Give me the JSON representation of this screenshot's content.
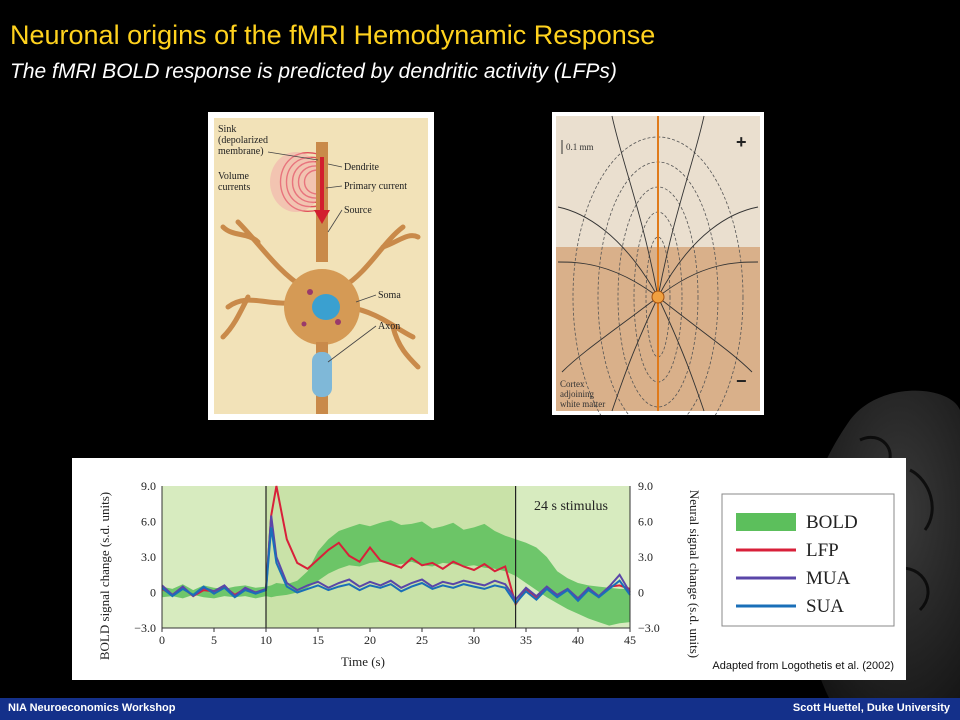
{
  "slide": {
    "title": "Neuronal origins of the fMRI Hemodynamic Response",
    "subtitle": "The fMRI BOLD response is predicted by dendritic activity (LFPs)",
    "credit": "Adapted from Logothetis et al. (2002)",
    "footer_left": "NIA Neuroeconomics Workshop",
    "footer_right": "Scott Huettel, Duke University"
  },
  "neuron_figure": {
    "labels": {
      "sink_1": "Sink",
      "sink_2": "(depolarized",
      "sink_3": "membrane)",
      "volume_1": "Volume",
      "volume_2": "currents",
      "dendrite": "Dendrite",
      "primary": "Primary current",
      "source": "Source",
      "soma": "Soma",
      "axon": "Axon"
    }
  },
  "field_figure": {
    "labels": {
      "scale": "0.1 mm",
      "plus": "+",
      "minus": "−",
      "cortex_1": "Cortex",
      "cortex_2": "adjoining",
      "cortex_3": "white matter"
    }
  },
  "chart_data": {
    "type": "line",
    "xlabel": "Time (s)",
    "ylabel_left": "BOLD signal change (s.d. units)",
    "ylabel_right": "Neural signal change (s.d. units)",
    "xlim": [
      0,
      45
    ],
    "ylim": [
      -3.0,
      9.0
    ],
    "x_ticks": [
      0,
      5,
      10,
      15,
      20,
      25,
      30,
      35,
      40,
      45
    ],
    "y_ticks": [
      9.0,
      6.0,
      3.0,
      0,
      -3.0
    ],
    "y_tick_labels": [
      "9.0",
      "6.0",
      "3.0",
      "0",
      "−3.0"
    ],
    "stimulus_label": "24 s stimulus",
    "stimulus_on": 10,
    "stimulus_off": 34,
    "x": [
      0,
      1,
      2,
      3,
      4,
      5,
      6,
      7,
      8,
      9,
      10,
      10.5,
      11,
      12,
      13,
      14,
      15,
      16,
      17,
      18,
      19,
      20,
      21,
      22,
      23,
      24,
      25,
      26,
      27,
      28,
      29,
      30,
      31,
      32,
      33,
      34,
      35,
      36,
      37,
      38,
      39,
      40,
      41,
      42,
      43,
      44,
      45
    ],
    "series": [
      {
        "name": "BOLD",
        "color": "#5cbf5c",
        "kind": "area",
        "upper": [
          0.5,
          0.3,
          0.7,
          0.2,
          0.6,
          0.4,
          0.3,
          0.5,
          0.6,
          0.4,
          0.5,
          0.6,
          0.8,
          0.7,
          1.0,
          1.8,
          3.5,
          4.5,
          5.2,
          5.5,
          5.8,
          5.6,
          5.9,
          6.1,
          5.7,
          5.8,
          6.0,
          5.4,
          5.6,
          5.9,
          5.3,
          5.5,
          5.8,
          5.2,
          4.8,
          4.5,
          4.2,
          3.8,
          3.0,
          1.8,
          1.2,
          0.8,
          0.6,
          0.5,
          0.4,
          0.3,
          0.3
        ],
        "lower": [
          -0.4,
          -0.3,
          -0.5,
          -0.2,
          -0.4,
          -0.5,
          -0.3,
          -0.4,
          -0.3,
          -0.5,
          -0.3,
          -0.4,
          -0.3,
          -0.2,
          0.0,
          0.4,
          1.0,
          1.6,
          2.0,
          2.3,
          2.2,
          2.5,
          2.6,
          2.3,
          2.4,
          2.6,
          2.3,
          2.2,
          2.5,
          2.4,
          2.2,
          2.3,
          2.1,
          2.0,
          1.8,
          1.4,
          0.8,
          0.2,
          -0.4,
          -0.9,
          -1.4,
          -1.8,
          -2.2,
          -2.5,
          -2.8,
          -2.6,
          -2.5
        ]
      },
      {
        "name": "LFP",
        "color": "#d8203a",
        "kind": "line",
        "values": [
          0.3,
          -0.2,
          0.4,
          -0.3,
          0.2,
          0.1,
          0.5,
          -0.2,
          0.3,
          0.0,
          0.2,
          6.5,
          9.0,
          4.5,
          2.5,
          2.0,
          2.8,
          3.6,
          4.2,
          3.1,
          2.6,
          3.8,
          2.7,
          2.4,
          2.1,
          2.9,
          2.3,
          2.5,
          2.0,
          2.6,
          2.2,
          1.9,
          2.4,
          1.8,
          2.2,
          -1.0,
          0.3,
          -0.4,
          0.4,
          -0.3,
          0.2,
          -0.5,
          0.3,
          -0.4,
          0.5,
          0.6,
          0.3
        ]
      },
      {
        "name": "MUA",
        "color": "#5a46a8",
        "kind": "line",
        "values": [
          0.6,
          -0.2,
          0.5,
          -0.3,
          0.4,
          0.1,
          0.6,
          -0.3,
          0.4,
          0.0,
          0.3,
          6.5,
          3.0,
          0.8,
          0.2,
          0.6,
          0.9,
          0.4,
          0.8,
          1.1,
          0.5,
          0.9,
          0.6,
          1.0,
          0.4,
          0.8,
          1.1,
          0.5,
          0.9,
          0.7,
          1.0,
          0.8,
          0.6,
          1.0,
          0.7,
          -0.6,
          0.4,
          -0.3,
          0.5,
          -0.2,
          0.3,
          -0.5,
          0.4,
          -0.3,
          0.5,
          1.5,
          0.0
        ]
      },
      {
        "name": "SUA",
        "color": "#1a6fb8",
        "kind": "line",
        "values": [
          0.4,
          -0.3,
          0.3,
          -0.2,
          0.5,
          -0.1,
          0.4,
          -0.4,
          0.2,
          -0.1,
          0.2,
          5.5,
          2.5,
          0.5,
          0.0,
          0.3,
          0.6,
          0.2,
          0.5,
          0.7,
          0.2,
          0.6,
          0.4,
          0.7,
          0.1,
          0.5,
          0.8,
          0.3,
          0.6,
          0.4,
          0.7,
          0.5,
          0.3,
          0.6,
          0.4,
          -0.9,
          0.1,
          -0.6,
          0.3,
          -0.4,
          0.2,
          -0.7,
          0.2,
          -0.4,
          0.3,
          1.0,
          -0.2
        ]
      }
    ],
    "legend": [
      "BOLD",
      "LFP",
      "MUA",
      "SUA"
    ],
    "legend_position": "right"
  }
}
